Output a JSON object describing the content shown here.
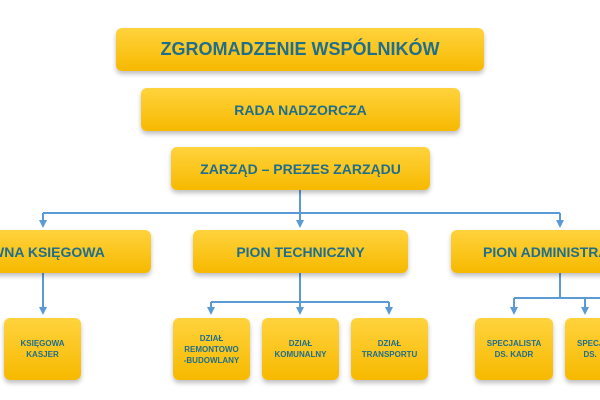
{
  "org_chart": {
    "assembly": "ZGROMADZENIE WSPÓLNIKÓW",
    "supervisory_board": "RADA NADZORCZA",
    "board": "ZARZĄD – PREZES ZARZĄDU",
    "divisions": {
      "accounting": "ÓWNA KSIĘGOWA",
      "technical": "PION TECHNICZNY",
      "administrative": "PION ADMINISTRAC"
    },
    "units": {
      "accountant_cashier": "KSIĘGOWA\nKASJER",
      "repair_construction": "DZIAŁ\nREMONTOWO\n-BUDOWLANY",
      "communal": "DZIAŁ\nKOMUNALNY",
      "transport": "DZIAŁ\nTRANSPORTU",
      "hr_specialist": "SPECJALISTA\nDS. KADR",
      "specialist_partial": "SPECJ\nDS."
    }
  },
  "colors": {
    "box_top": "#ffd33d",
    "box_bottom": "#f7b900",
    "text": "#1f6e8c",
    "connector": "#5b9bd5"
  }
}
